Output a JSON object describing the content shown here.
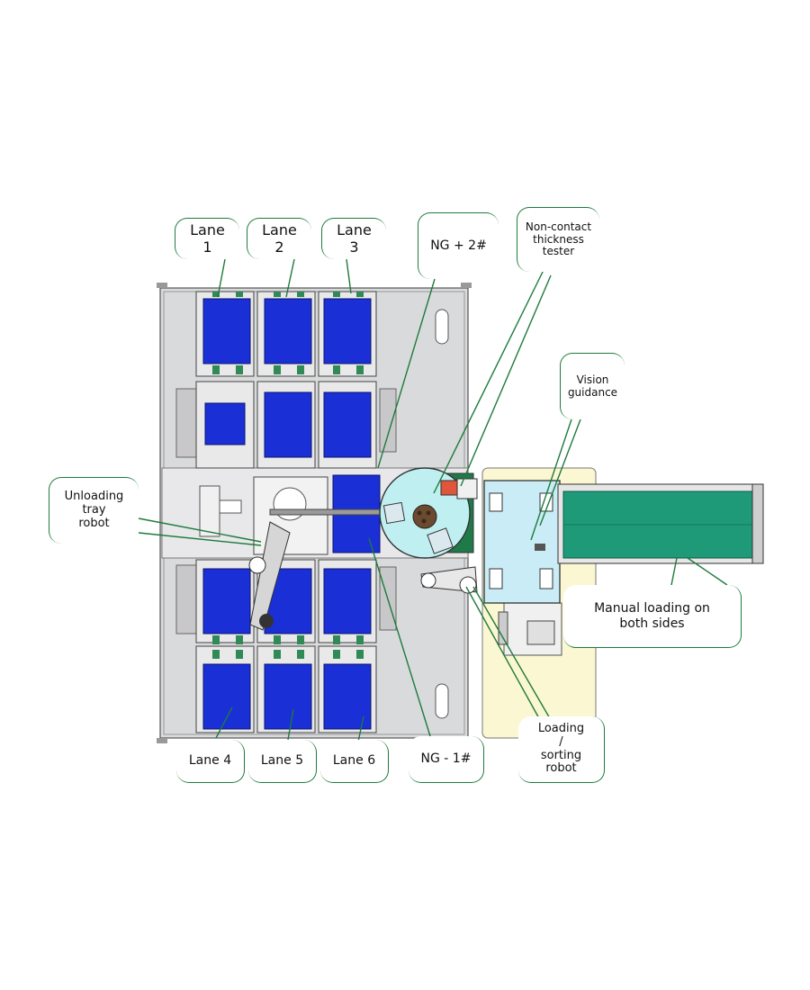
{
  "callouts": {
    "lane1": "Lane\n1",
    "lane2": "Lane\n2",
    "lane3": "Lane\n3",
    "ng2": "NG + 2#",
    "noncontact": "Non-contact\nthickness\ntester",
    "vision": "Vision\nguidance",
    "unloading": "Unloading\ntray\nrobot",
    "manual": "Manual loading on\nboth sides",
    "lane4": "Lane 4",
    "lane5": "Lane 5",
    "lane6": "Lane 6",
    "ng1": "NG - 1#",
    "loading": "Loading\n/\nsorting\nrobot"
  },
  "colors": {
    "tray_blue": "#1a2fd6",
    "frame_grey": "#d9dadc",
    "conveyor_green": "#1f9a78",
    "station_blue": "#c9ecf6",
    "base_yellow": "#fbf7d2",
    "leader_green": "#1e7a3c",
    "plate_teal": "#bfeff0"
  }
}
